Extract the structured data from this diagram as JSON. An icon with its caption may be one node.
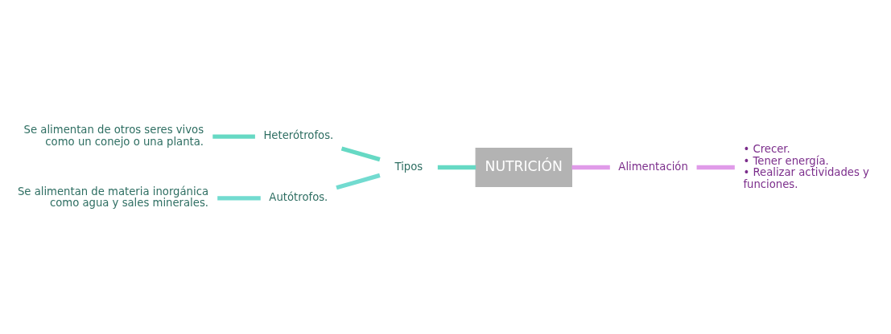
{
  "diagram": {
    "nodes": [
      {
        "text": [
          "NUTRICIÓN"
        ]
      },
      {
        "text": [
          "Tipos"
        ]
      },
      {
        "text": [
          "Heterótrofos."
        ]
      },
      {
        "text": [
          "Se alimentan de otros seres vivos como un conejo o una planta."
        ]
      },
      {
        "text": [
          "Autótrofos."
        ]
      },
      {
        "text": [
          "Se alimentan de materia inorgánica como agua y sales minerales."
        ]
      },
      {
        "text": [
          "Alimentación"
        ]
      },
      {
        "text": [
          "• Crecer.",
          "• Tener energía.",
          "• Realizar actividades y funciones."
        ]
      }
    ],
    "edges": [
      {
        "from": 0,
        "to": 1,
        "arrow": "none",
        "color": "#66d9c4"
      },
      {
        "from": 1,
        "to": 2,
        "arrow": "none",
        "color": "#66d9c4"
      },
      {
        "from": 2,
        "to": 3,
        "arrow": "none",
        "color": "#66d9c4"
      },
      {
        "from": 1,
        "to": 4,
        "arrow": "none",
        "color": "#72dbd0"
      },
      {
        "from": 4,
        "to": 5,
        "arrow": "none",
        "color": "#72dbd0"
      },
      {
        "from": 0,
        "to": 6,
        "arrow": "none",
        "color": "#e09be9"
      },
      {
        "from": 6,
        "to": 7,
        "arrow": "none",
        "color": "#e09be9"
      }
    ]
  }
}
